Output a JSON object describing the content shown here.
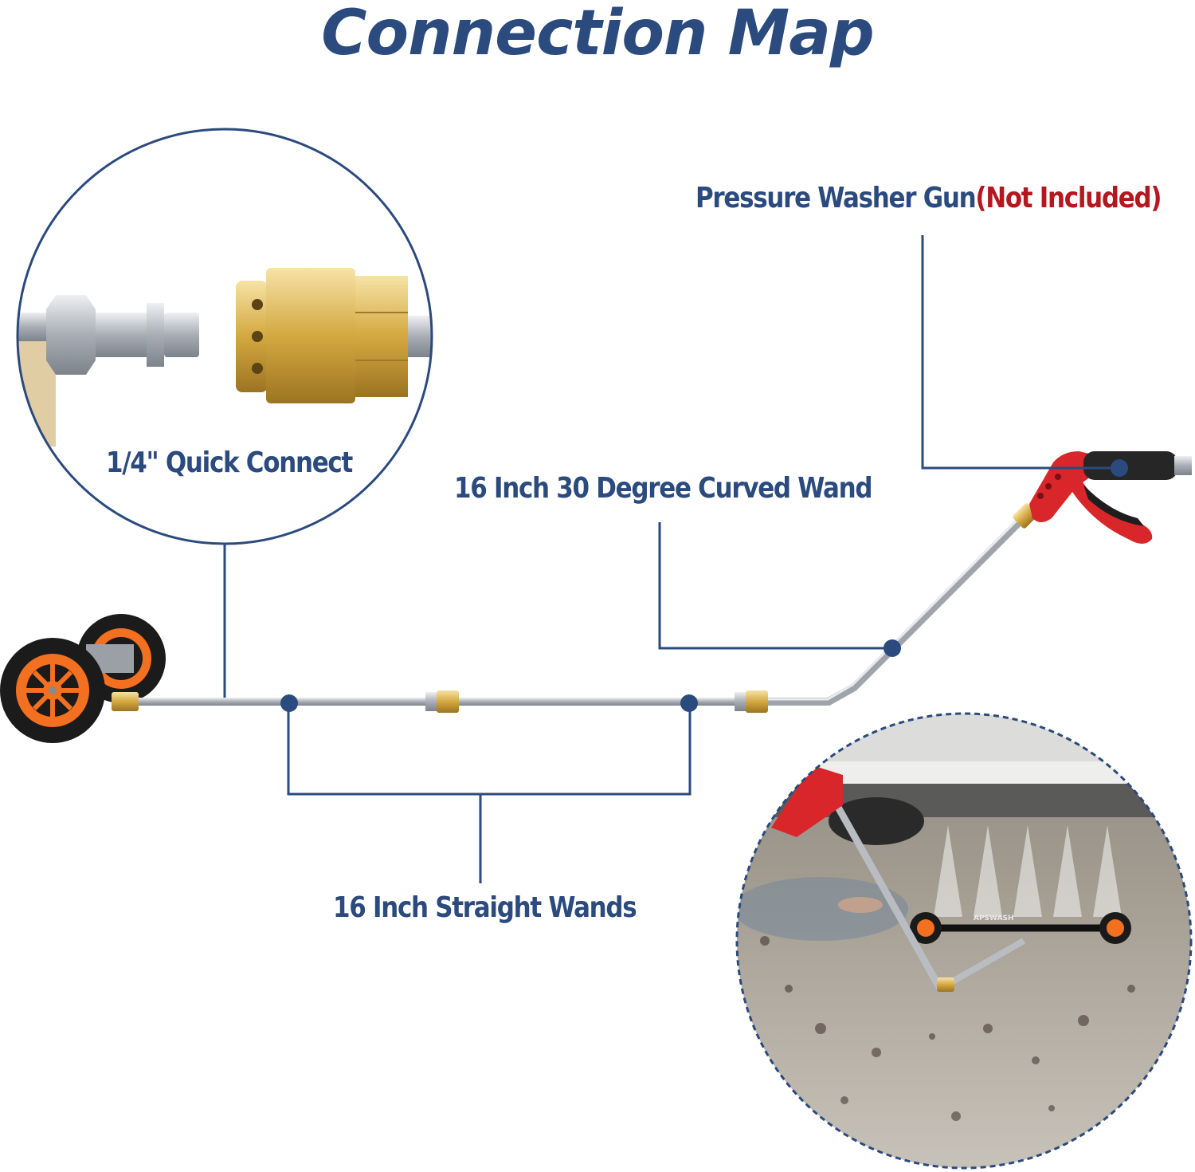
{
  "title": "Connection Map",
  "labels": {
    "quick_connect": "1/4\" Quick Connect",
    "curved_wand": "16 Inch 30 Degree Curved Wand",
    "gun": "Pressure Washer Gun",
    "gun_note": "(Not Included)",
    "straight_wands": "16 Inch Straight Wands",
    "brand": "APSWASH"
  },
  "colors": {
    "navy": "#2b4a7e",
    "red_note": "#b5171e",
    "orange_wheel": "#f37021",
    "brass": "#d4a840",
    "steel": "#b8bcc2",
    "gun_red": "#d8262b"
  },
  "icons": [
    "quick-connect-plug-icon",
    "brass-coupler-icon",
    "undercarriage-cleaner-icon",
    "pressure-washer-gun-icon",
    "usage-photo-icon"
  ]
}
